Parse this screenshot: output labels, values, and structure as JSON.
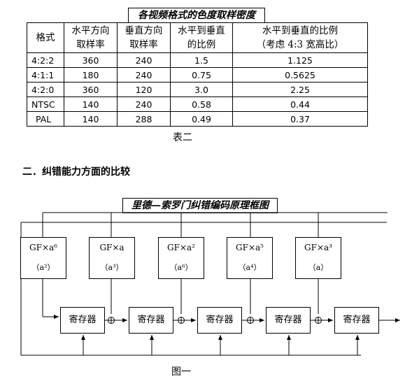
{
  "table": {
    "title": "各视频格式的色度取样密度",
    "headers": [
      "格式",
      "水平方向\n取样率",
      "垂直方向\n取样率",
      "水平到垂直\n的比例",
      "水平到垂直的比例\n（考虑 4:3 宽高比）"
    ],
    "rows": [
      [
        "4:2:2",
        "360",
        "240",
        "1.5",
        "1.125"
      ],
      [
        "4:1:1",
        "180",
        "240",
        "0.75",
        "0.5625"
      ],
      [
        "4:2:0",
        "360",
        "120",
        "3.0",
        "2.25"
      ],
      [
        "NTSC",
        "140",
        "240",
        "0.58",
        "0.44"
      ],
      [
        "PAL",
        "140",
        "288",
        "0.49",
        "0.37"
      ]
    ],
    "caption": "表二"
  },
  "section_heading": "二．纠错能力方面的比较",
  "diagram": {
    "title": "里德—索罗门纠错编码原理框图",
    "gf_boxes": [
      {
        "line1": "GF×a⁶",
        "line2": "（a²）"
      },
      {
        "line1": "GF×a",
        "line2": "（a³）"
      },
      {
        "line1": "GF×a²",
        "line2": "（a⁶）"
      },
      {
        "line1": "GF×a⁵",
        "line2": "（a⁴）"
      },
      {
        "line1": "GF×a³",
        "line2": "（a）"
      }
    ],
    "register_label": "寄存器",
    "registers": [
      "寄存器",
      "寄存器",
      "寄存器",
      "寄存器",
      "寄存器"
    ],
    "caption": "图一"
  }
}
